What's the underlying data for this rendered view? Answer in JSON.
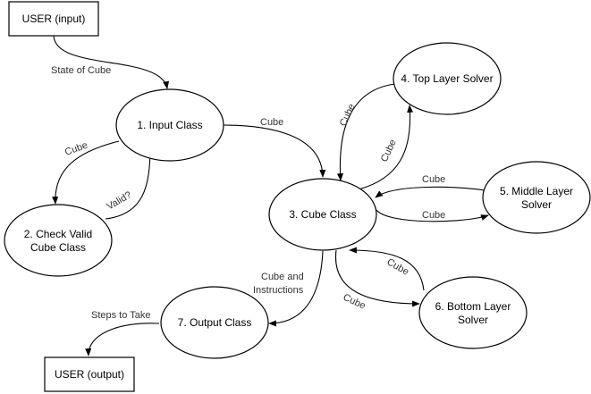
{
  "nodes": {
    "user_input": {
      "label": "USER (input)"
    },
    "input_class": {
      "label": "1. Input Class"
    },
    "check_valid": {
      "line1": "2. Check Valid",
      "line2": "Cube Class"
    },
    "cube_class": {
      "label": "3. Cube Class"
    },
    "top_layer": {
      "label": "4. Top Layer Solver"
    },
    "middle_layer": {
      "line1": "5. Middle Layer",
      "line2": "Solver"
    },
    "bottom_layer": {
      "line1": "6. Bottom Layer",
      "line2": "Solver"
    },
    "output_class": {
      "label": "7. Output Class"
    },
    "user_output": {
      "label": "USER (output)"
    }
  },
  "edges": {
    "state_of_cube": "State of Cube",
    "input_to_cube": "Cube",
    "input_to_check": "Cube",
    "check_to_input": "Valid?",
    "cube_to_top": "Cube",
    "top_to_cube": "Cube",
    "middle_to_cube": "Cube",
    "cube_to_middle": "Cube",
    "bottom_to_cube": "Cube",
    "cube_to_bottom": "Cube",
    "cube_to_output_line1": "Cube and",
    "cube_to_output_line2": "Instructions",
    "steps_to_take": "Steps to Take"
  }
}
